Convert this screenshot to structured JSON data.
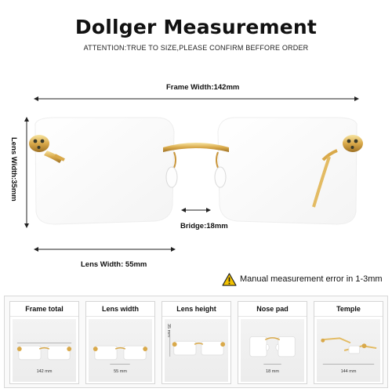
{
  "title": "Dollger Measurement",
  "subtitle": "ATTENTION:TRUE TO SIZE,PLEASE CONFIRM BEFFORE ORDER",
  "dimensions": {
    "frame_width": "Frame Width:142mm",
    "lens_width_vertical": "Lens Width:35mm",
    "bridge": "Bridge:18mm",
    "lens_width": "Lens Width: 55mm"
  },
  "warning": {
    "icon": "warning-triangle-icon",
    "text": "Manual measurement error in 1-3mm"
  },
  "cards": [
    {
      "title": "Frame total",
      "value": "142 mm"
    },
    {
      "title": "Lens width",
      "value": "55 mm"
    },
    {
      "title": "Lens height",
      "value": "35 mm"
    },
    {
      "title": "Nose pad",
      "value": "18 mm"
    },
    {
      "title": "Temple",
      "value": "144 mm"
    }
  ],
  "colors": {
    "gold": "#d9a94a",
    "gold_light": "#f0d27a",
    "arrow": "#222222",
    "warning": "#f2c200"
  }
}
